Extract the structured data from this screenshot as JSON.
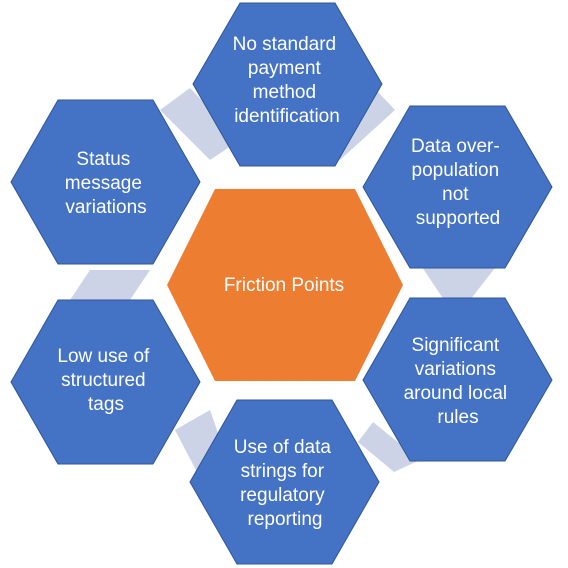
{
  "center": {
    "label": "Friction Points",
    "color": "#ED7D31"
  },
  "colors": {
    "hex_fill": "#4472C4",
    "hex_stroke": "#2F5597",
    "connector": "#CDD3E6",
    "text": "#FFFFFF"
  },
  "items": [
    {
      "lines": [
        "No standard",
        "payment",
        "method",
        "identification"
      ]
    },
    {
      "lines": [
        "Data over-",
        "population",
        "not",
        "supported"
      ]
    },
    {
      "lines": [
        "Significant",
        "variations",
        "around local",
        "rules"
      ]
    },
    {
      "lines": [
        "Use of data",
        "strings for",
        "regulatory",
        "reporting"
      ]
    },
    {
      "lines": [
        "Low use of",
        "structured",
        "tags"
      ]
    },
    {
      "lines": [
        "Status",
        "message",
        "variations"
      ]
    }
  ]
}
